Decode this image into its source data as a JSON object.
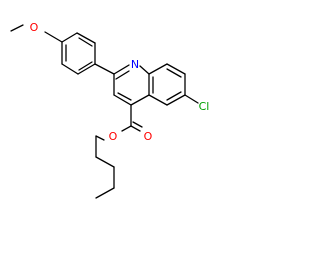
{
  "diagram": {
    "type": "skeletal-structure",
    "background": "#ffffff",
    "bond_color": "#000000",
    "atom_colors": {
      "O": "#ff0000",
      "N": "#0000ff",
      "Cl": "#00a000"
    },
    "atoms": {
      "methoxy_o": {
        "label": "O",
        "color_key": "O"
      },
      "ring_n": {
        "label": "N",
        "color_key": "N"
      },
      "chlorine": {
        "label": "Cl",
        "color_key": "Cl"
      },
      "carbonyl_o": {
        "label": "O",
        "color_key": "O"
      },
      "ester_o": {
        "label": "O",
        "color_key": "O"
      }
    }
  }
}
